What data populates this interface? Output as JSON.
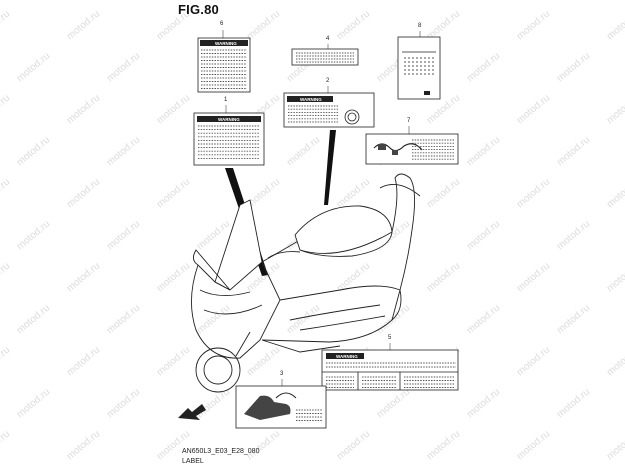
{
  "figure": {
    "title": "FIG.80",
    "model_code": "AN650L3_E03_E28_080",
    "caption": "LABEL"
  },
  "watermark": "motod.ru",
  "callouts": [
    {
      "number": "1",
      "warning_text": "WARNING"
    },
    {
      "number": "2",
      "warning_text": "WARNING"
    },
    {
      "number": "3"
    },
    {
      "number": "4"
    },
    {
      "number": "5",
      "warning_text": "WARNING"
    },
    {
      "number": "6",
      "warning_text": "WARNING"
    },
    {
      "number": "7"
    },
    {
      "number": "8"
    }
  ],
  "colors": {
    "line": "#222222",
    "watermark": "#d8d8d8"
  }
}
